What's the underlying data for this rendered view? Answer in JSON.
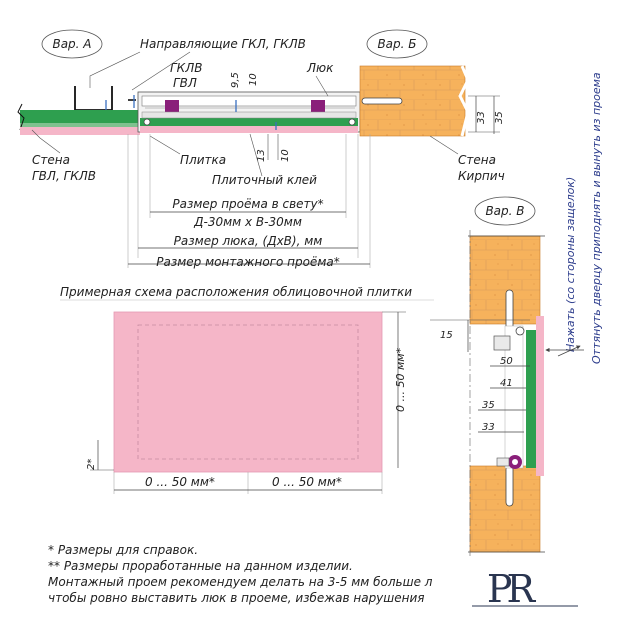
{
  "variant_a": "Вар. А",
  "variant_b": "Вар. Б",
  "variant_v": "Вар. В",
  "guides_label": "Направляющие ГКЛ, ГКЛВ",
  "gklv": "ГКЛВ",
  "gvl": "ГВЛ",
  "hatch": "Люк",
  "dim_9_5": "9,5",
  "dim_10_top": "10",
  "dim_13": "13",
  "dim_10_bot": "10",
  "dim_33_b": "33",
  "dim_35_b": "35",
  "wall_a_1": "Стена",
  "wall_a_2": "ГВЛ, ГКЛВ",
  "tile": "Плитка",
  "tile_glue": "Плиточный клей",
  "opening_clear_1": "Размер проёма в свету*",
  "opening_clear_2": "Д-30мм х В-30мм",
  "hatch_size": "Размер люка, (ДхВ), мм",
  "mount_opening": "Размер монтажного проёма*",
  "wall_b_1": "Стена",
  "wall_b_2": "Кирпич",
  "press_label": "Нажать (со стороны защелок)",
  "pull_label": "Оттянуть дверцу приподнять и вынуть из проема",
  "dim_15": "15",
  "dim_50": "50",
  "dim_41": "41",
  "dim_35_v": "35",
  "dim_33_v": "33",
  "schema_title": "Примерная схема расположения облицовочной плитки",
  "range_right": "0 ... 50 мм*",
  "range_bottom_left": "0 ... 50 мм*",
  "range_bottom_right": "0 ... 50 мм*",
  "dim_2": "2*",
  "note1": "* Размеры для справок.",
  "note2": "** Размеры проработанные на данном изделии.",
  "note3": "Монтажный проем рекомендуем делать на 3-5 мм больше л",
  "note4": "чтобы ровно выставить люк в проеме, избежав нарушения",
  "logo": "PR",
  "colors": {
    "tile": "#f5b6c8",
    "green": "#2e9f4f",
    "brick": "#f6b25c",
    "magnet": "#8a1f7a",
    "accent_blue": "#2c3c8c"
  }
}
